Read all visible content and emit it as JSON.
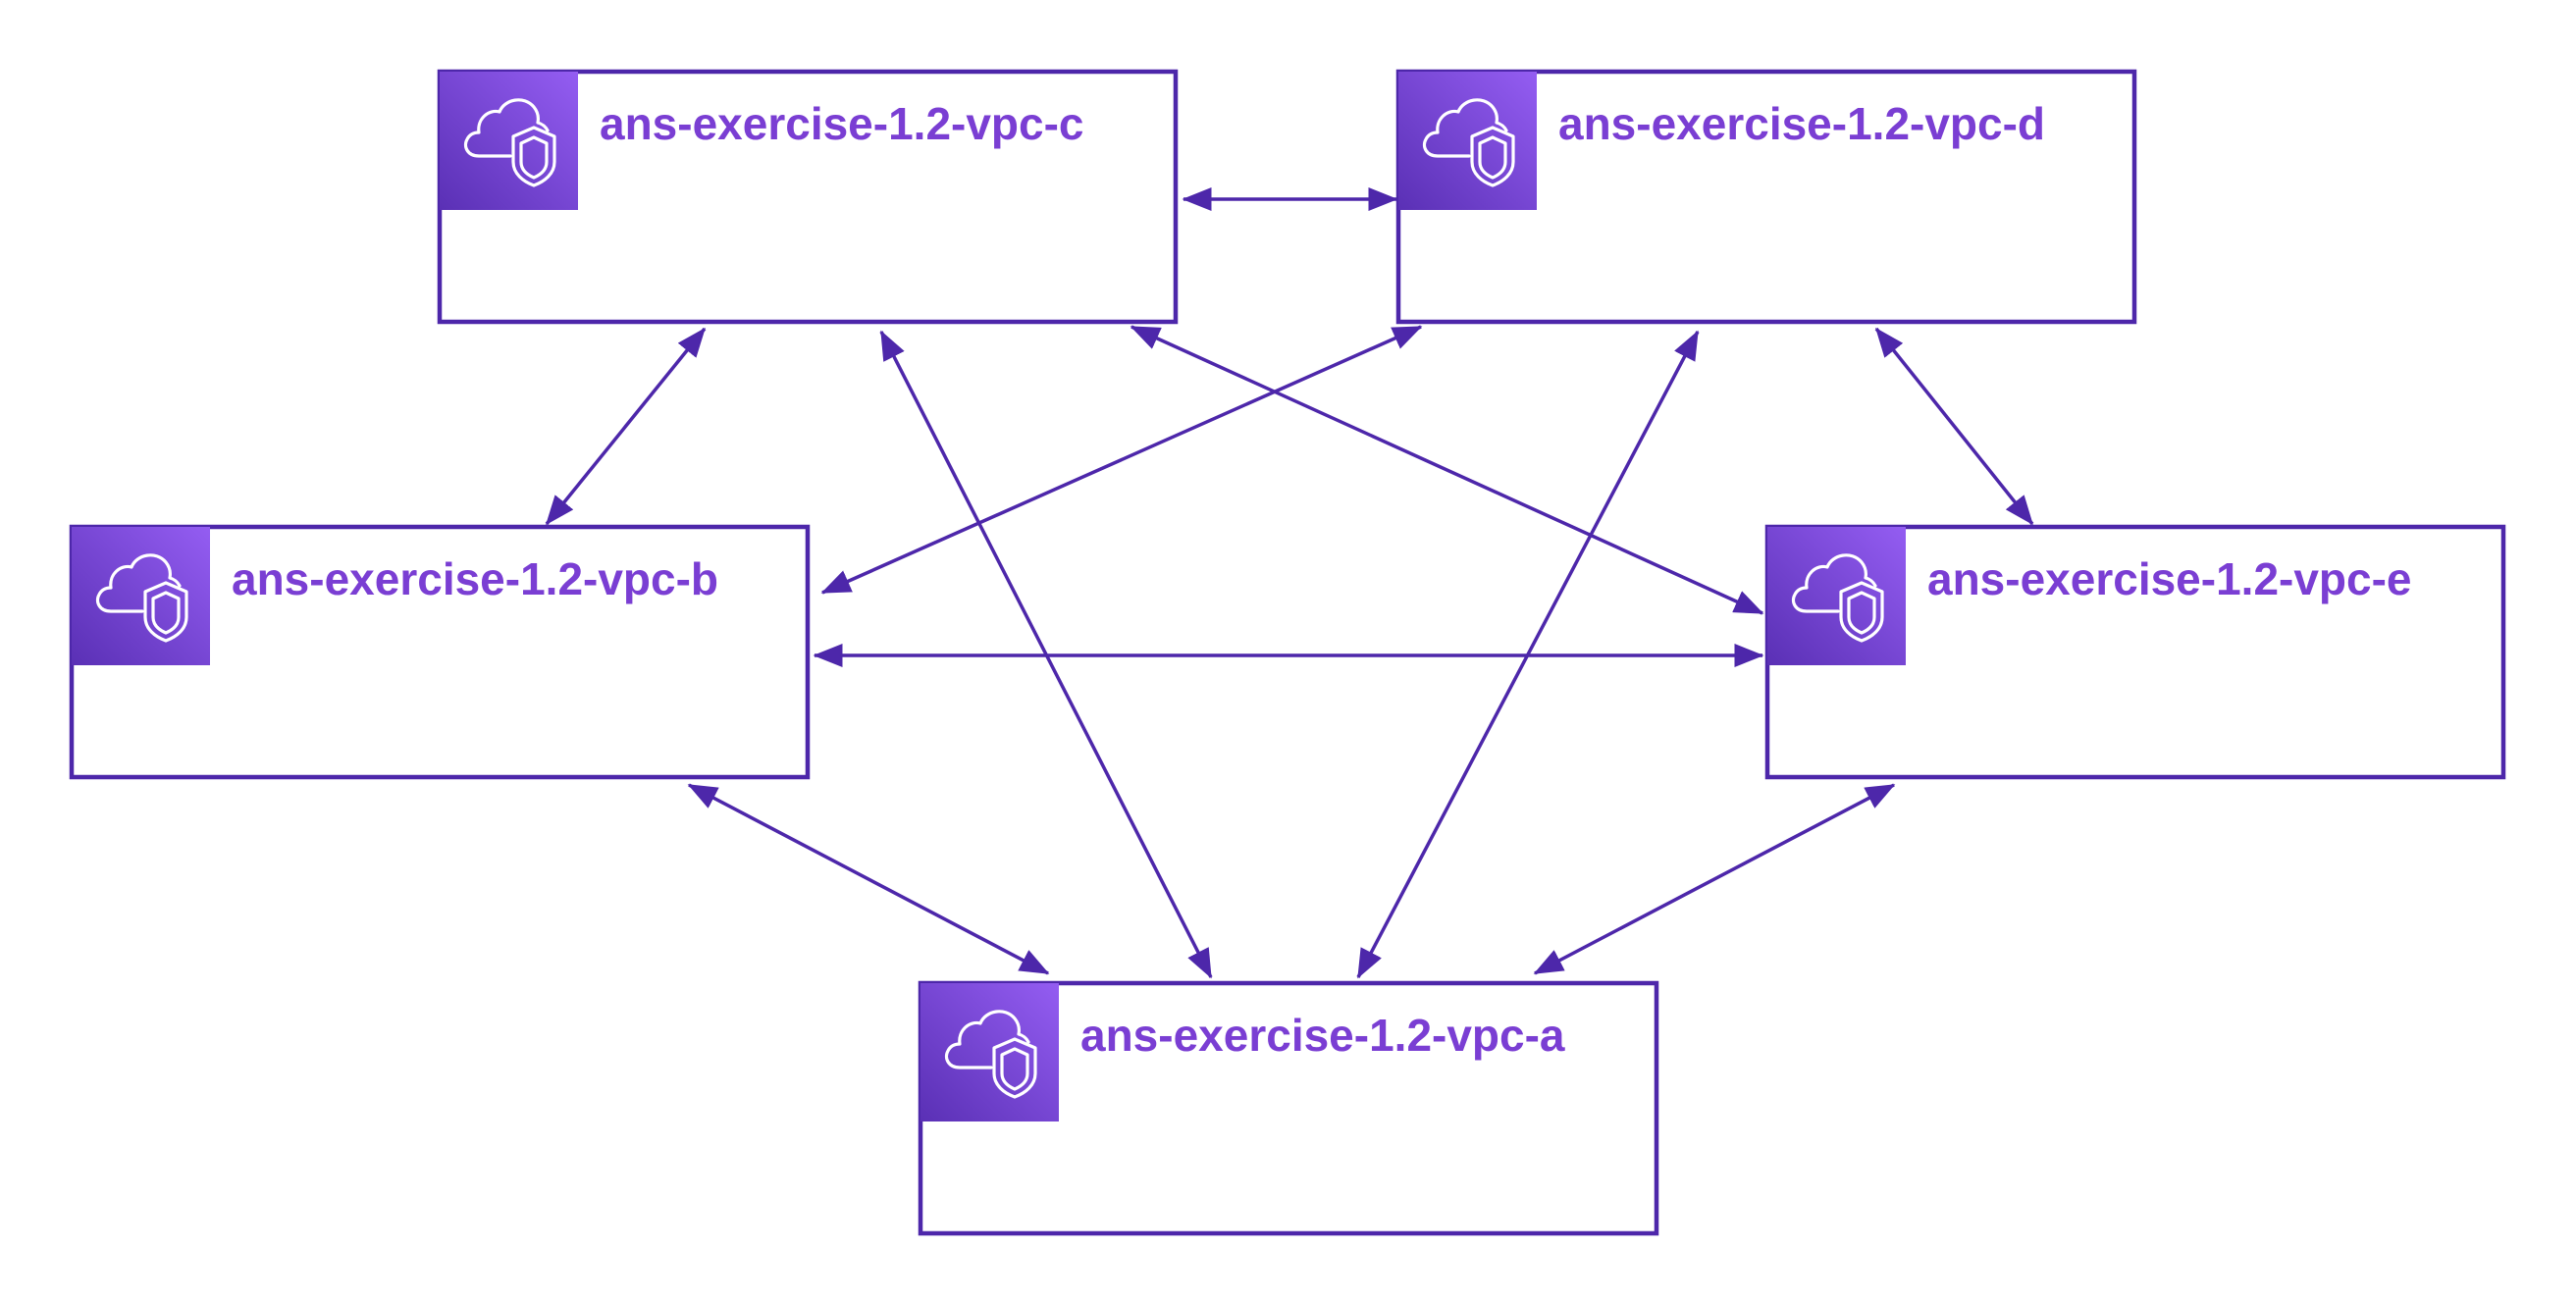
{
  "colors": {
    "border": "#4d27aa",
    "icon_gradient_top": "#945df2",
    "icon_gradient_bottom": "#5a30b5",
    "label": "#7a3ed3",
    "connector": "#4d27aa",
    "icon_stroke": "#ffffff"
  },
  "icon": "vpc-cloud-shield-icon",
  "vpcs": [
    {
      "id": "c",
      "label": "ans-exercise-1.2-vpc-c"
    },
    {
      "id": "d",
      "label": "ans-exercise-1.2-vpc-d"
    },
    {
      "id": "b",
      "label": "ans-exercise-1.2-vpc-b"
    },
    {
      "id": "e",
      "label": "ans-exercise-1.2-vpc-e"
    },
    {
      "id": "a",
      "label": "ans-exercise-1.2-vpc-a"
    }
  ],
  "connections": [
    {
      "from": "c",
      "to": "d",
      "bidirectional": true
    },
    {
      "from": "c",
      "to": "b",
      "bidirectional": true
    },
    {
      "from": "c",
      "to": "a",
      "bidirectional": true
    },
    {
      "from": "c",
      "to": "e",
      "bidirectional": true
    },
    {
      "from": "d",
      "to": "b",
      "bidirectional": true
    },
    {
      "from": "d",
      "to": "a",
      "bidirectional": true
    },
    {
      "from": "d",
      "to": "e",
      "bidirectional": true
    },
    {
      "from": "b",
      "to": "e",
      "bidirectional": true
    },
    {
      "from": "b",
      "to": "a",
      "bidirectional": true
    },
    {
      "from": "e",
      "to": "a",
      "bidirectional": true
    }
  ]
}
